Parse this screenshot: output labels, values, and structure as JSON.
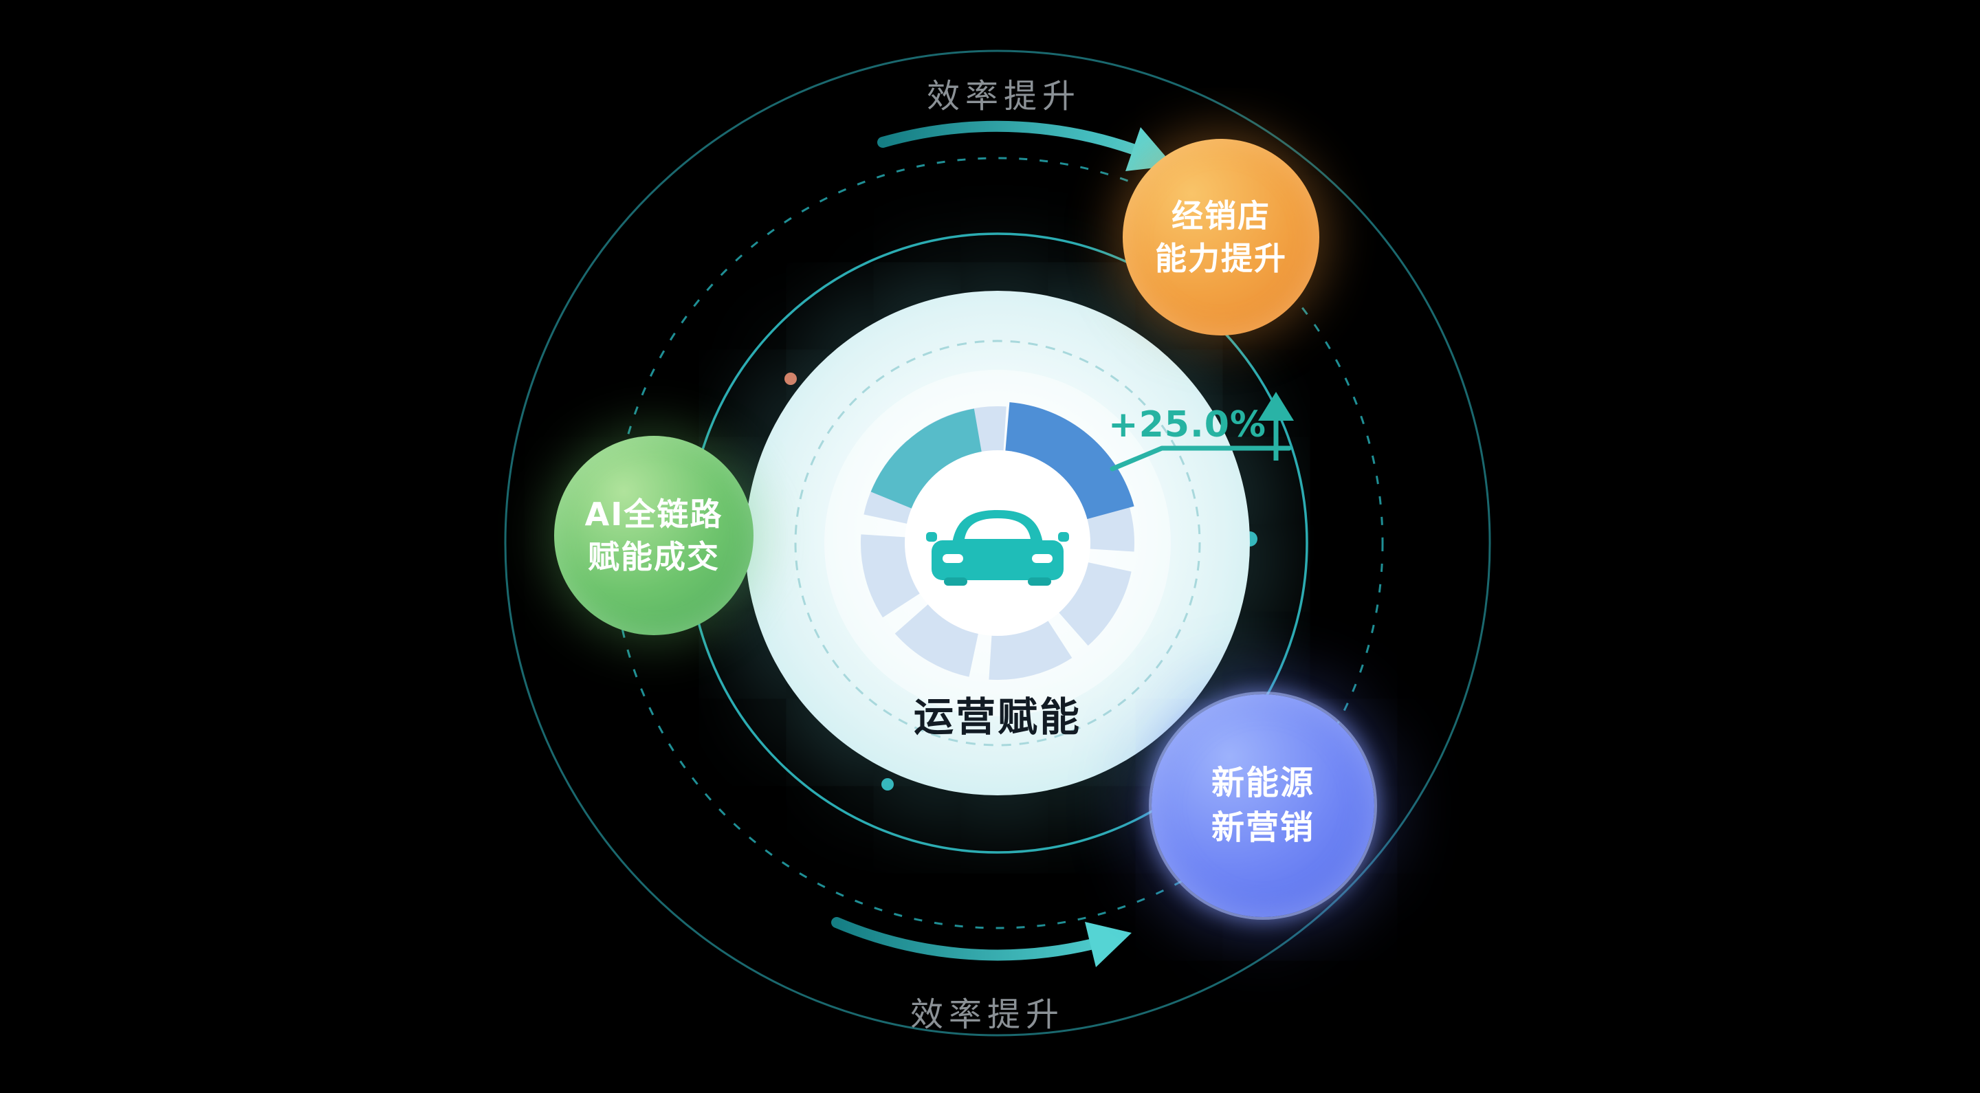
{
  "center": {
    "label": "运营赋能",
    "metric": "+25.0%"
  },
  "bubbles": [
    {
      "id": "dealer",
      "line1": "经销店",
      "line2": "能力提升",
      "color": "#f09a38"
    },
    {
      "id": "ai",
      "line1": "AI全链路",
      "line2": "赋能成交",
      "color": "#5cb86a"
    },
    {
      "id": "nev",
      "line1": "新能源",
      "line2": "新营销",
      "color": "#6079ef"
    }
  ],
  "arrows": {
    "top_label": "效率提升",
    "bottom_label": "效率提升"
  },
  "icons": {
    "center": "car-icon",
    "metric": "arrow-up-icon",
    "flow_top": "curved-arrow-icon",
    "flow_bottom": "curved-arrow-icon"
  },
  "colors": {
    "background": "#000000",
    "accent_teal": "#2fb5bb",
    "ring_outer": "#1a686e",
    "ring_dashed": "#1f8f95",
    "ring_inner": "#2aacb2",
    "gauge_pale": "#d3e2f3",
    "gauge_blue": "#4e8fd6",
    "gauge_teal": "#57bcc9",
    "metric_teal": "#26b3a2",
    "label_gray": "#8b9196",
    "center_text": "#121b24",
    "dot_orange": "#e2795b",
    "dot_teal": "#2fb5ba"
  }
}
